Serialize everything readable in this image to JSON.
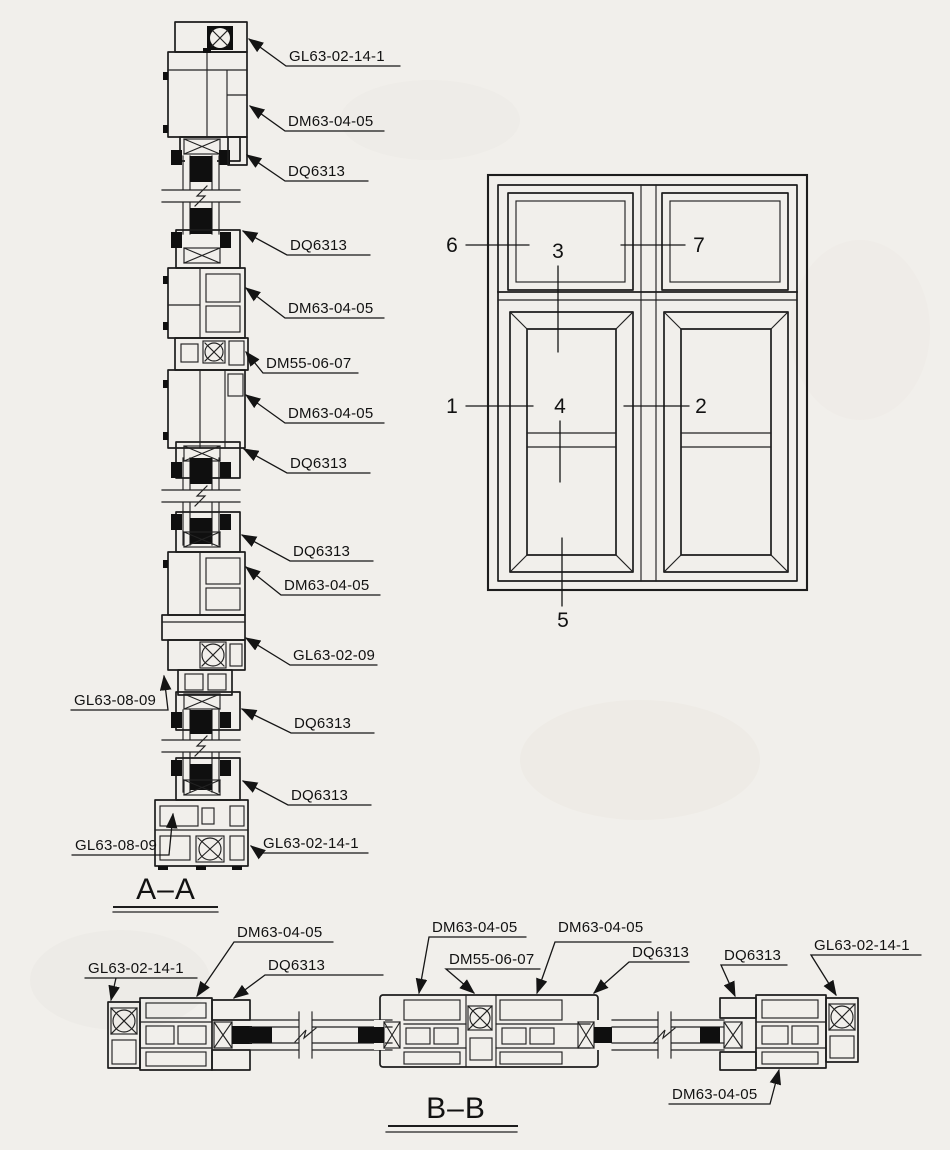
{
  "colors": {
    "paper": "#f1efeb",
    "ink": "#1d1d1d"
  },
  "section_aa": {
    "title": "A–A",
    "right_labels": [
      "GL63-02-14-1",
      "DM63-04-05",
      "DQ6313",
      "DQ6313",
      "DM63-04-05",
      "DM55-06-07",
      "DM63-04-05",
      "DQ6313",
      "DQ6313",
      "DM63-04-05",
      "GL63-02-09",
      "DQ6313",
      "DQ6313",
      "GL63-02-14-1"
    ],
    "left_labels": [
      "GL63-08-09",
      "GL63-08-09"
    ]
  },
  "elevation": {
    "callouts": [
      "6",
      "3",
      "7",
      "1",
      "4",
      "2",
      "5"
    ]
  },
  "section_bb": {
    "title": "B–B",
    "labels": [
      "GL63-02-14-1",
      "DM63-04-05",
      "DQ6313",
      "DM63-04-05",
      "DM55-06-07",
      "DM63-04-05",
      "DQ6313",
      "DQ6313",
      "GL63-02-14-1",
      "DM63-04-05"
    ]
  }
}
